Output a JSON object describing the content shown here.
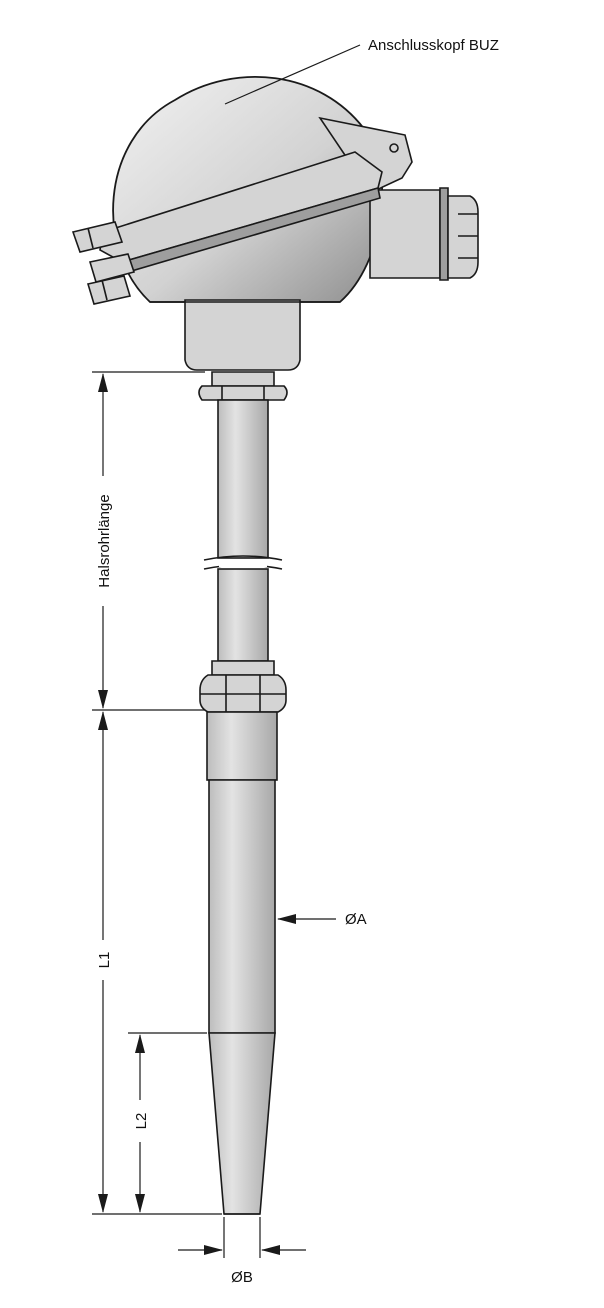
{
  "labels": {
    "head": "Anschlusskopf BUZ",
    "neck_length": "Halsrohrlänge",
    "l1": "L1",
    "l2": "L2",
    "diameter_a": "ØA",
    "diameter_b": "ØB"
  },
  "colors": {
    "line": "#1a1a1a",
    "body": "#d4d4d4",
    "shadow": "#9e9e9e",
    "background": "#ffffff"
  }
}
